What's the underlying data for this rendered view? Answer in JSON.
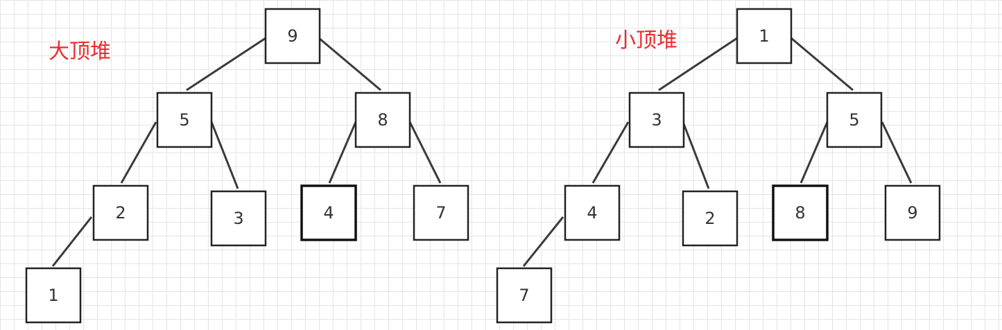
{
  "trees": [
    {
      "title": "大顶堆",
      "nodes": [
        "9",
        "5",
        "8",
        "2",
        "3",
        "4",
        "7",
        "1"
      ],
      "edges": [
        [
          0,
          1
        ],
        [
          0,
          2
        ],
        [
          1,
          3
        ],
        [
          1,
          4
        ],
        [
          2,
          5
        ],
        [
          2,
          6
        ],
        [
          3,
          7
        ]
      ]
    },
    {
      "title": "小顶堆",
      "nodes": [
        "1",
        "3",
        "5",
        "4",
        "2",
        "8",
        "9",
        "7"
      ],
      "edges": [
        [
          0,
          1
        ],
        [
          0,
          2
        ],
        [
          1,
          3
        ],
        [
          1,
          4
        ],
        [
          2,
          5
        ],
        [
          2,
          6
        ],
        [
          3,
          7
        ]
      ]
    }
  ],
  "colors": {
    "title": "#ee2b2b",
    "box_border": "#222222",
    "edge": "#3a3a3a",
    "grid": "#e4e4e4"
  }
}
